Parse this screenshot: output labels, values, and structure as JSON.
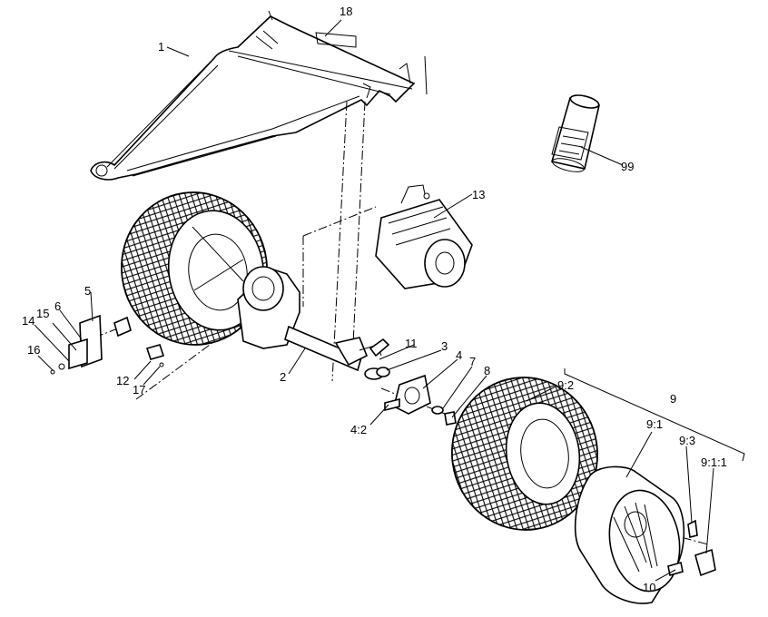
{
  "labels": {
    "l1": "1",
    "l2": "2",
    "l3": "3",
    "l4": "4",
    "l4_2": "4:2",
    "l5": "5",
    "l6": "6",
    "l7": "7",
    "l8": "8",
    "l9": "9",
    "l9_1": "9:1",
    "l9_1_1": "9:1:1",
    "l9_2": "9:2",
    "l9_3": "9:3",
    "l10": "10",
    "l11": "11",
    "l12": "12",
    "l13": "13",
    "l14": "14",
    "l15": "15",
    "l16": "16",
    "l17": "17",
    "l18": "18",
    "l99": "99"
  },
  "parts": [
    {
      "id": "frame",
      "callout": "1"
    },
    {
      "id": "transaxle",
      "callout": "2"
    },
    {
      "id": "seal",
      "callout": "3"
    },
    {
      "id": "hub",
      "callout": "4"
    },
    {
      "id": "bolt",
      "callout": "4:2"
    },
    {
      "id": "bracket",
      "callout": "5"
    },
    {
      "id": "plate",
      "callout": "6"
    },
    {
      "id": "washer",
      "callout": "7"
    },
    {
      "id": "nut",
      "callout": "8"
    },
    {
      "id": "wheel-assembly",
      "callout": "9"
    },
    {
      "id": "wheel-rim",
      "callout": "9:1"
    },
    {
      "id": "valve-stem",
      "callout": "9:1:1"
    },
    {
      "id": "tire",
      "callout": "9:2"
    },
    {
      "id": "lug",
      "callout": "9:3"
    },
    {
      "id": "stud",
      "callout": "10"
    },
    {
      "id": "key",
      "callout": "11"
    },
    {
      "id": "knob",
      "callout": "12"
    },
    {
      "id": "motor",
      "callout": "13"
    },
    {
      "id": "spacer",
      "callout": "14"
    },
    {
      "id": "clip",
      "callout": "15"
    },
    {
      "id": "screw",
      "callout": "16"
    },
    {
      "id": "pin",
      "callout": "17"
    },
    {
      "id": "latch",
      "callout": "18"
    },
    {
      "id": "spray-can",
      "callout": "99"
    }
  ]
}
